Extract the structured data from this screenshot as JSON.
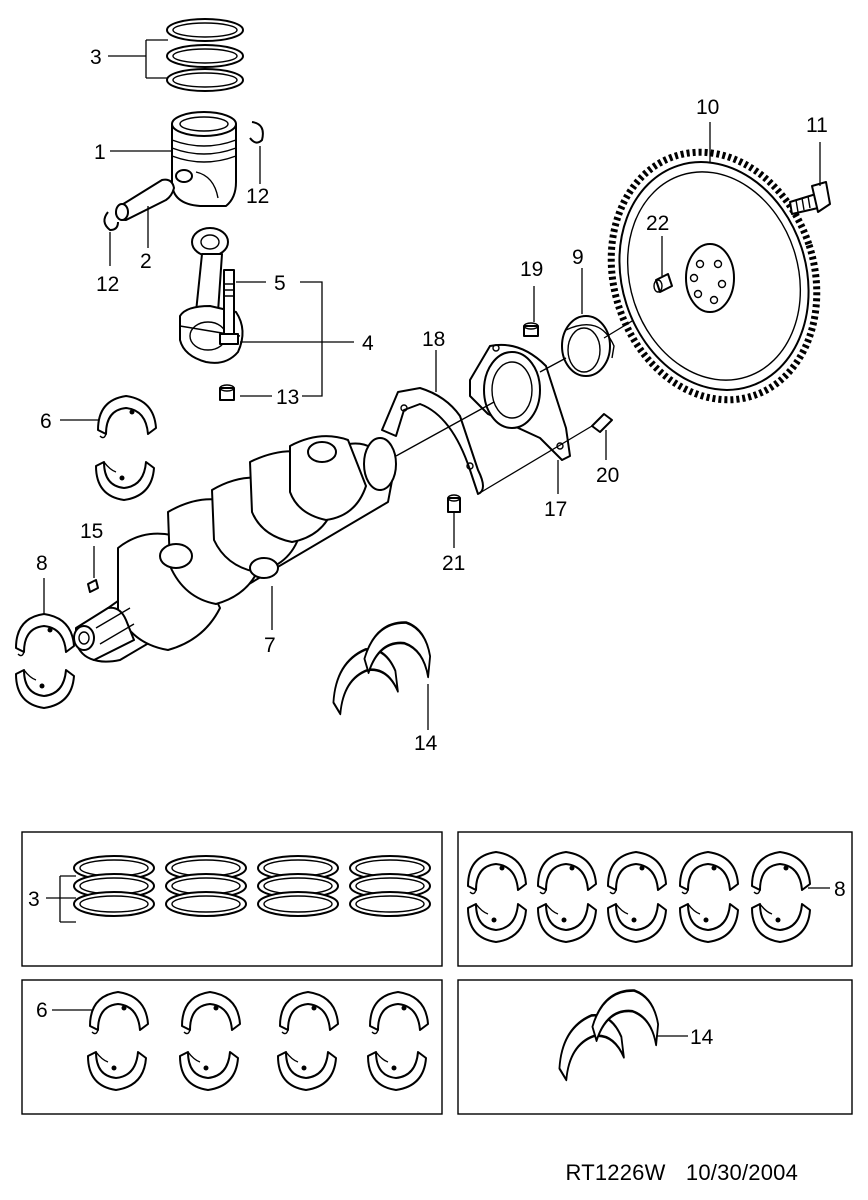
{
  "callouts": {
    "c1": "1",
    "c2": "2",
    "c3": "3",
    "c4": "4",
    "c5": "5",
    "c6": "6",
    "c7": "7",
    "c8": "8",
    "c9": "9",
    "c10": "10",
    "c11": "11",
    "c12a": "12",
    "c12b": "12",
    "c13": "13",
    "c14": "14",
    "c15": "15",
    "c17": "17",
    "c18": "18",
    "c19": "19",
    "c20": "20",
    "c21": "21",
    "c22": "22",
    "kit_rings": "3",
    "kit_main_bearings": "8",
    "kit_rod_bearings": "6",
    "kit_thrust": "14"
  },
  "footer": {
    "drawing_id": "RT1226W",
    "date": "10/30/2004"
  }
}
